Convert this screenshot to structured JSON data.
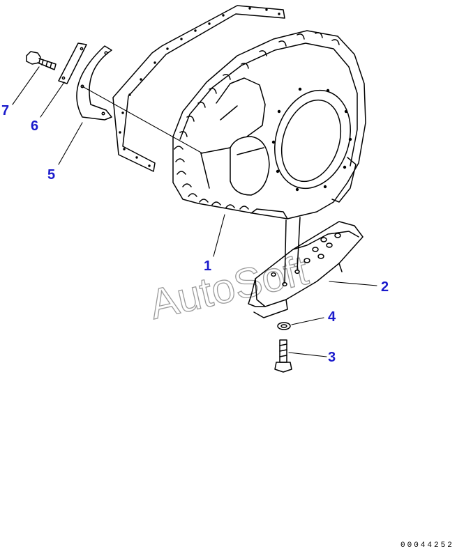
{
  "diagram": {
    "callouts": [
      {
        "id": "1",
        "label": "1"
      },
      {
        "id": "2",
        "label": "2"
      },
      {
        "id": "3",
        "label": "3"
      },
      {
        "id": "4",
        "label": "4"
      },
      {
        "id": "5",
        "label": "5"
      },
      {
        "id": "6",
        "label": "6"
      },
      {
        "id": "7",
        "label": "7"
      }
    ],
    "watermark": "AutoSoft",
    "document_number": "00044252"
  },
  "colors": {
    "line": "#000000",
    "callout": "#1a1acc",
    "watermark": "#c8c8c8"
  }
}
